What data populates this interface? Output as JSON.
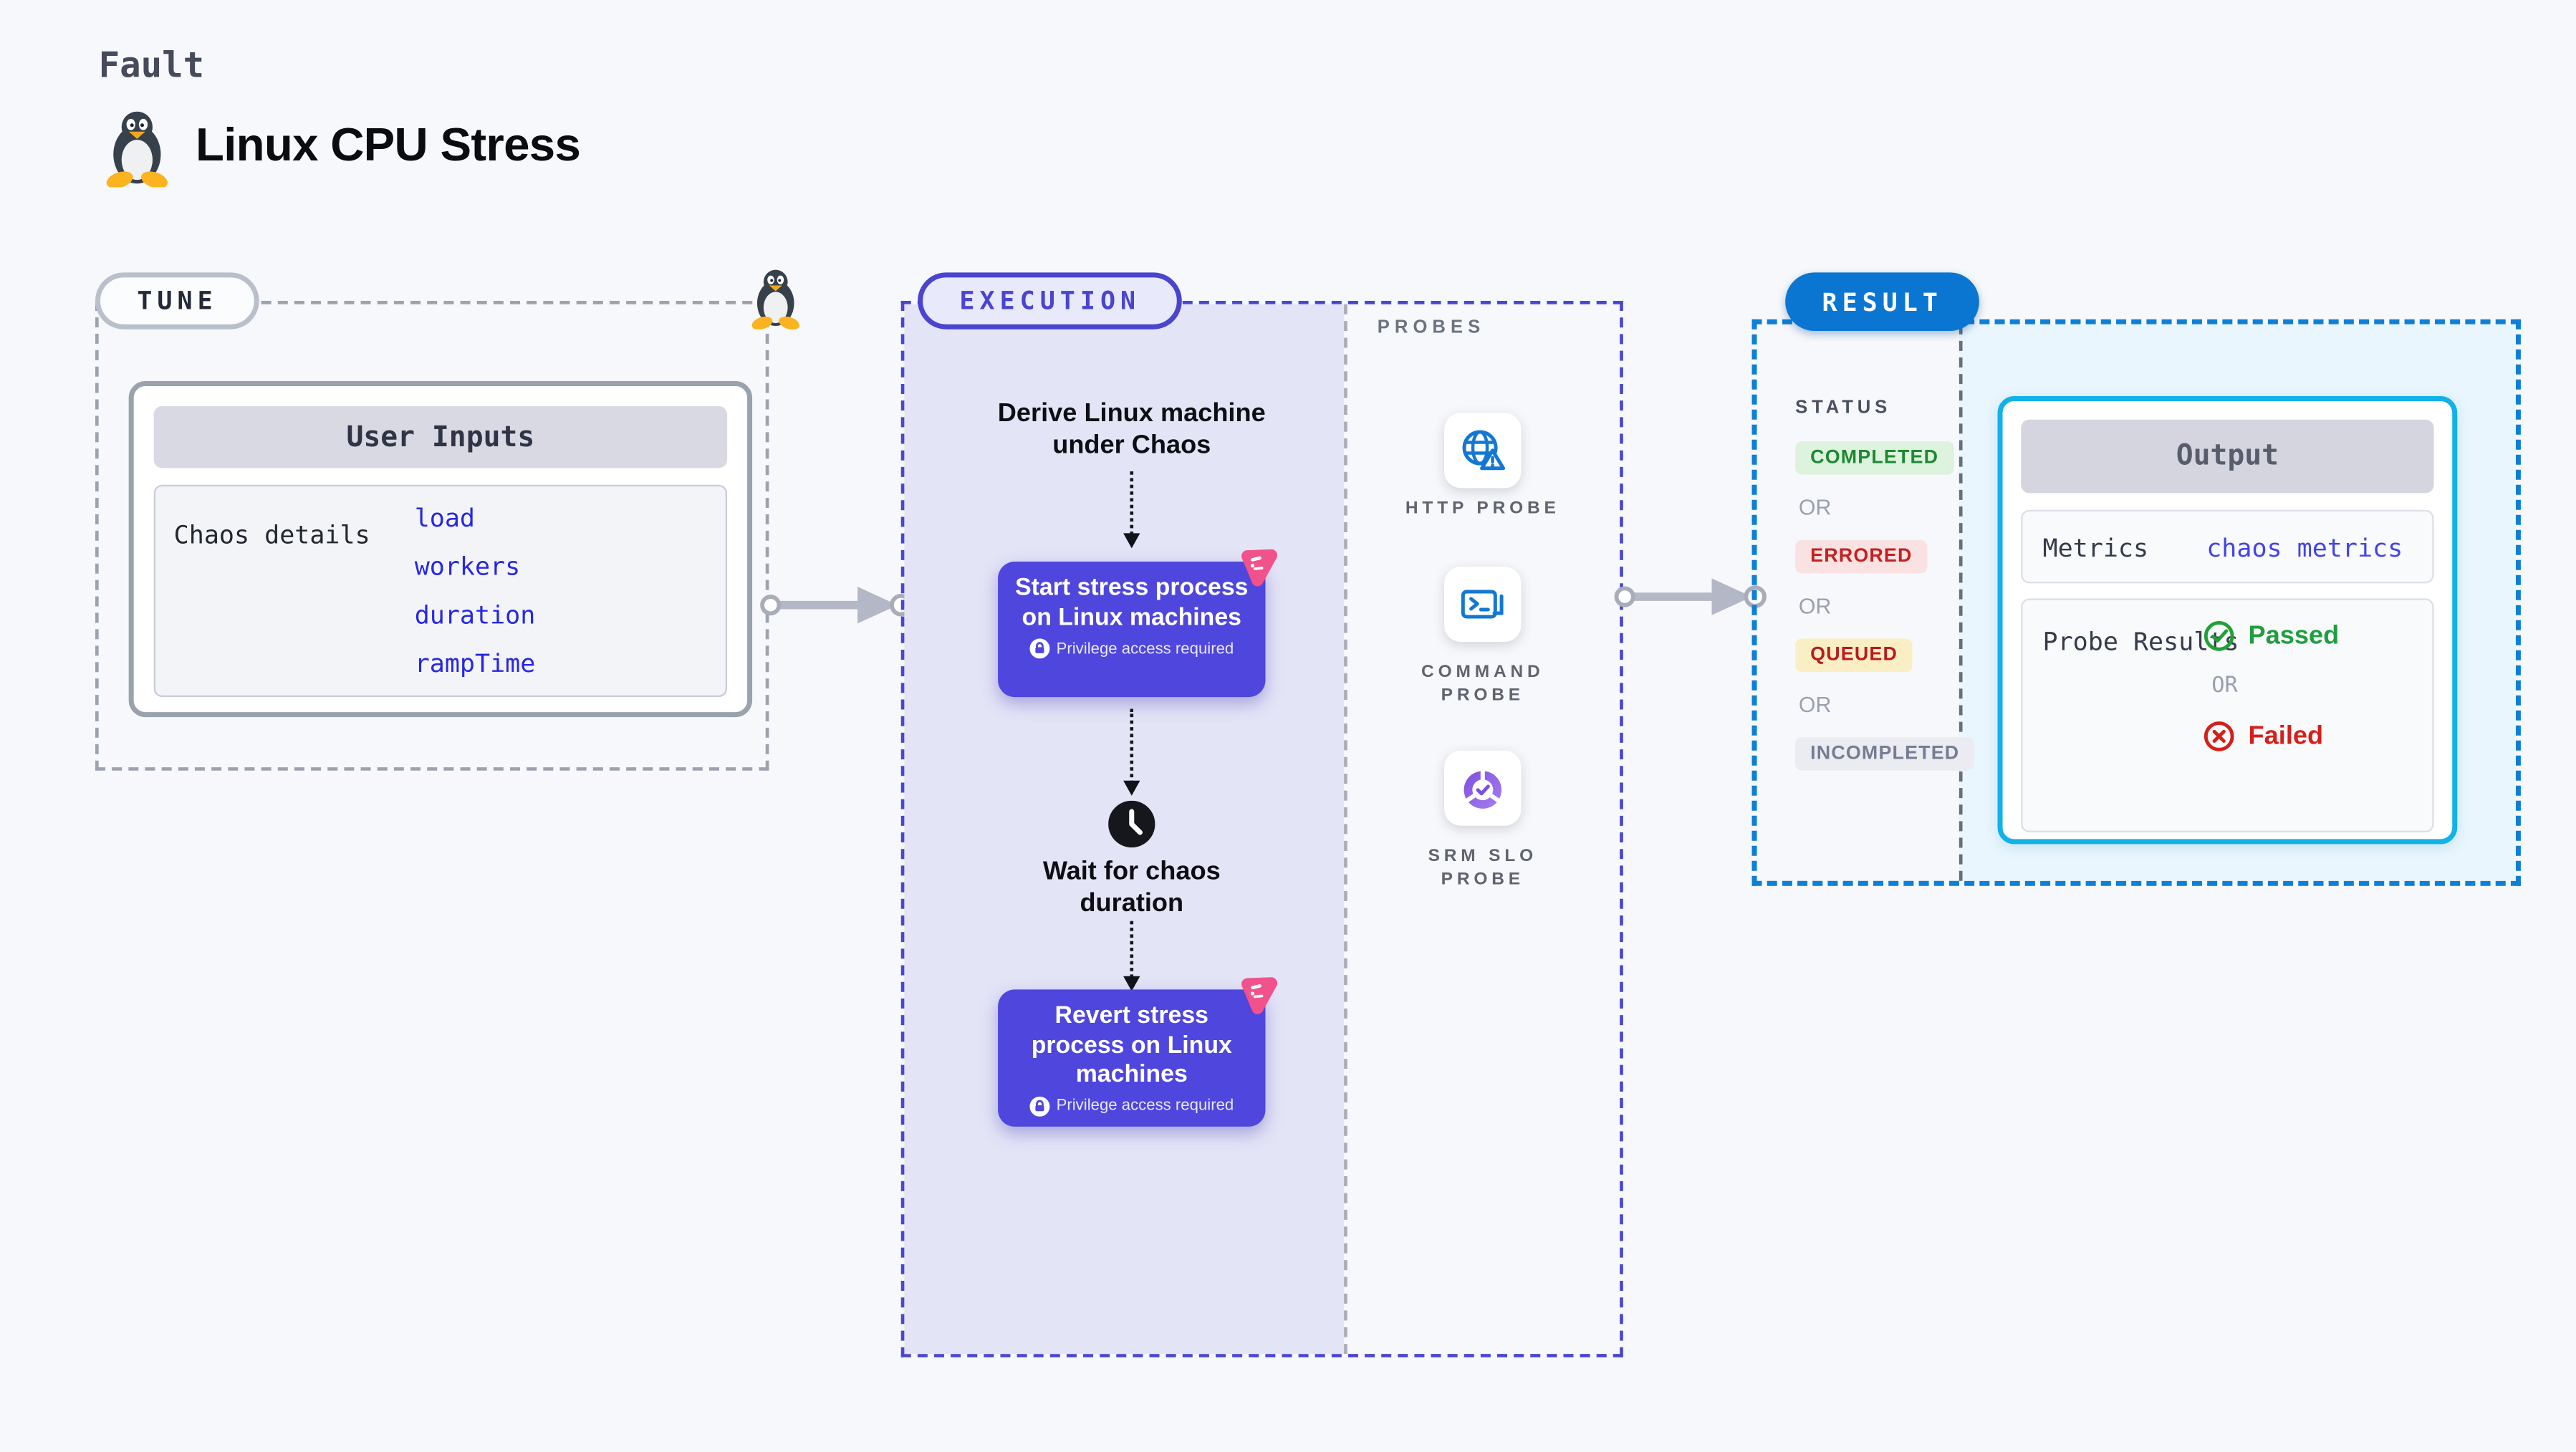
{
  "page": {
    "kicker": "Fault",
    "title": "Linux CPU Stress"
  },
  "tune": {
    "label": "TUNE",
    "card": {
      "header": "User Inputs",
      "row_label": "Chaos details",
      "inputs": [
        "load",
        "workers",
        "duration",
        "rampTime"
      ]
    }
  },
  "execution": {
    "label": "EXECUTION",
    "step_derive": "Derive Linux machine under Chaos",
    "action_start": {
      "title": "Start stress process on Linux machines",
      "note": "Privilege access required"
    },
    "step_wait": "Wait for chaos duration",
    "action_revert": {
      "title": "Revert stress process on Linux machines",
      "note": "Privilege access required"
    }
  },
  "probes": {
    "label": "PROBES",
    "items": [
      {
        "name": "HTTP PROBE",
        "icon": "globe-alert-icon"
      },
      {
        "name": "COMMAND PROBE",
        "icon": "terminal-icon"
      },
      {
        "name": "SRM SLO PROBE",
        "icon": "slo-donut-check-icon"
      }
    ]
  },
  "result": {
    "label": "RESULT",
    "status": {
      "heading": "STATUS",
      "or": "OR",
      "items": [
        {
          "label": "COMPLETED",
          "fg": "#1d8a33",
          "bg": "#ddf3dd"
        },
        {
          "label": "ERRORED",
          "fg": "#c42020",
          "bg": "#fbe2e2"
        },
        {
          "label": "QUEUED",
          "fg": "#ba1b1b",
          "bg": "#faeec5"
        },
        {
          "label": "INCOMPLETED",
          "fg": "#767c92",
          "bg": "#ebecf2"
        }
      ]
    },
    "output": {
      "header": "Output",
      "metrics_label": "Metrics",
      "metrics_value": "chaos metrics",
      "probe_label": "Probe Results",
      "passed": "Passed",
      "or": "OR",
      "failed": "Failed"
    }
  },
  "colors": {
    "page_bg": "#f7f8fb",
    "tune_border": "#9ba3af",
    "execution_accent": "#4a44cf",
    "execution_panel": "#e4e4f7",
    "action_button": "#4f46dd",
    "chaos_badge_pink": "#f1528b",
    "probe_icon_blue": "#1478d2",
    "srm_purple": "#8b5cf6",
    "result_accent": "#0b76d1",
    "output_border": "#10b2e8",
    "output_panel": "#e9f6fd",
    "link_blue": "#2727e4",
    "passed_green": "#1f9e3d",
    "failed_red": "#d4201a"
  }
}
